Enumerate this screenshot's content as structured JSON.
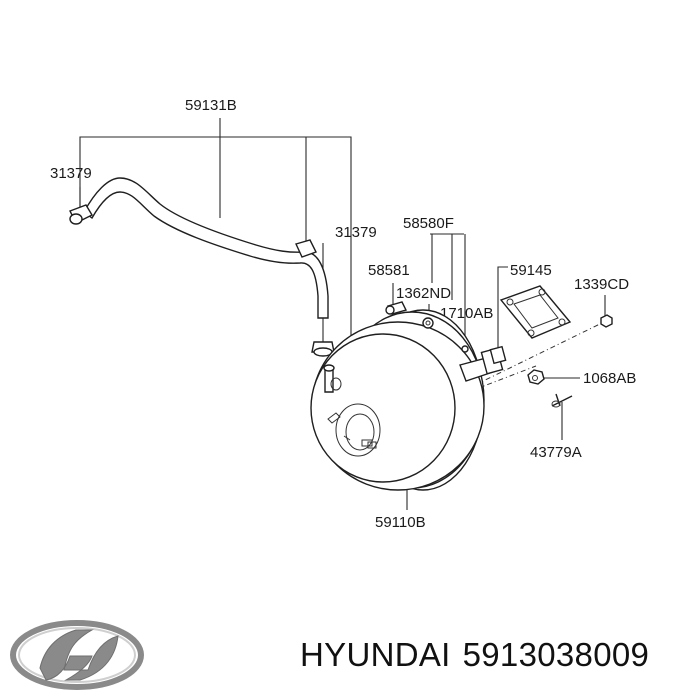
{
  "labels": {
    "hose_assembly": "59131B",
    "clamp_left": "31379",
    "clamp_right": "31379",
    "check_valve_kit": "58580F",
    "check_valve": "58581",
    "grommet": "1362ND",
    "nipple": "1710AB",
    "gasket": "59145",
    "nut_top": "1339CD",
    "nut_side": "1068AB",
    "clevis_pin": "43779A",
    "booster": "59110B"
  },
  "footer": {
    "brand": "HYUNDAI",
    "part_number": "5913038009"
  }
}
